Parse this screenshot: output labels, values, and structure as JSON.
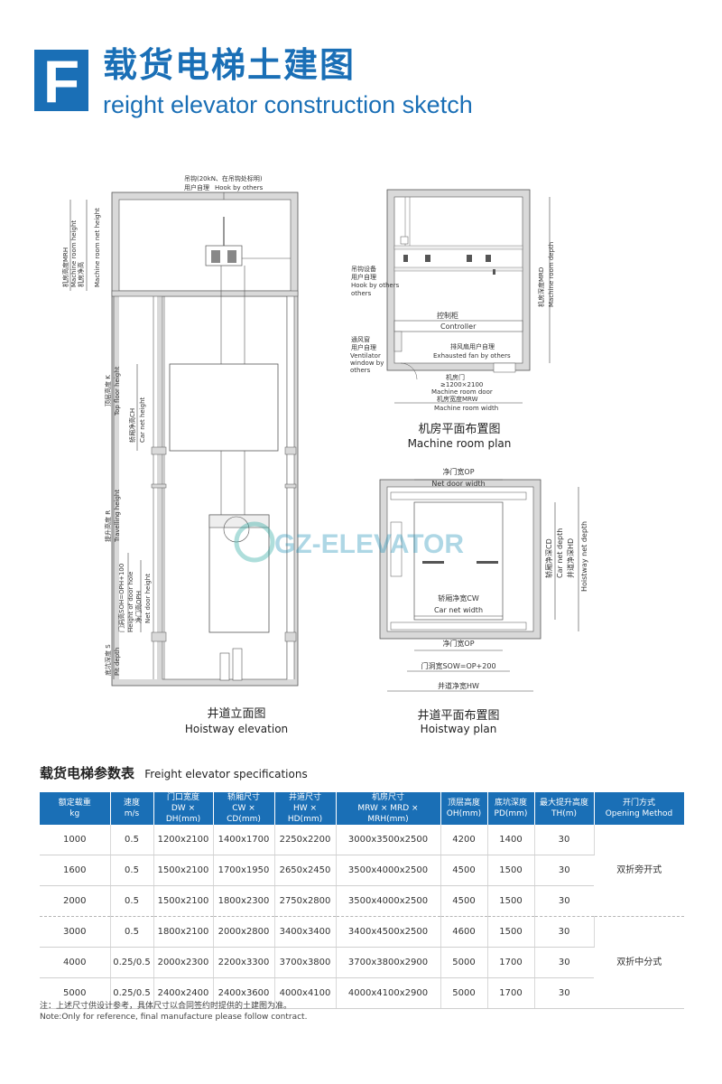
{
  "header": {
    "badge_letter": "F",
    "title_zh": "载货电梯土建图",
    "title_en": "reight elevator construction sketch"
  },
  "watermark": "GZ-ELEVATOR",
  "colors": {
    "brand_blue": "#1a6fb6",
    "wall_gray": "#d9d9d9",
    "line": "#555555"
  },
  "elevation": {
    "hook_label_zh": "吊钩(20kN、在吊钩处标明)",
    "hook_label_zh2": "用户自理",
    "hook_label_en": "Hook by others",
    "mrh_zh": "机房高度MRH",
    "mrh_en": "Machine room height",
    "mrnet_zh": "机房净高",
    "mrnet_en": "Machine room net height",
    "top_zh": "顶层高度 K",
    "top_en": "Top floor height",
    "ch_zh": "轿厢净高CH",
    "ch_en": "Car net height",
    "travel_zh": "提升高度 R",
    "travel_en": "Travelling height",
    "soh_zh": "门洞高SOH=OPH+100",
    "soh_en": "Height of door hole",
    "oph_zh": "净门高OPH",
    "oph_en": "Net door height",
    "pit_zh": "底坑深度 S",
    "pit_en": "Pit depth",
    "caption_zh": "井道立面图",
    "caption_en": "Hoistway elevation"
  },
  "machine_room": {
    "hook_zh": "吊钩设备",
    "hook_zh2": "用户自理",
    "hook_en": "Hook by others",
    "controller_zh": "控制柜",
    "controller_en": "Controller",
    "vent_zh": "通风窗",
    "vent_zh2": "用户自理",
    "vent_en": "Ventilator window by others",
    "fan_zh": "排风扇用户自理",
    "fan_en": "Exhausted fan by others",
    "door_zh": "机房门",
    "door_size": "≥1200×2100",
    "door_en": "Machine room door",
    "width_zh": "机房宽度MRW",
    "width_en": "Machine room width",
    "depth_zh": "机房深度MRD",
    "depth_en": "Machine room depth",
    "caption_zh": "机房平面布置图",
    "caption_en": "Machine room plan"
  },
  "hoistway_plan": {
    "op_top_zh": "净门宽OP",
    "op_top_en": "Net door width",
    "cw_zh": "轿厢净宽CW",
    "cw_en": "Car net width",
    "op_bottom_zh": "净门宽OP",
    "sow": "门洞宽SOW=OP+200",
    "hw": "井道净宽HW",
    "cd_zh": "轿厢净深CD",
    "cd_en": "Car net depth",
    "hd_zh": "井道净深HD",
    "hd_en": "Hoistway net depth",
    "caption_zh": "井道平面布置图",
    "caption_en": "Hoistway plan"
  },
  "spec": {
    "title_zh": "载货电梯参数表",
    "title_en": "Freight elevator specifications",
    "headers": [
      {
        "zh": "额定载重",
        "en": "kg"
      },
      {
        "zh": "速度",
        "en": "m/s"
      },
      {
        "zh": "门口宽度",
        "en": "DW × DH(mm)"
      },
      {
        "zh": "轿厢尺寸",
        "en": "CW × CD(mm)"
      },
      {
        "zh": "井道尺寸",
        "en": "HW × HD(mm)"
      },
      {
        "zh": "机房尺寸",
        "en": "MRW × MRD × MRH(mm)"
      },
      {
        "zh": "顶层高度",
        "en": "OH(mm)"
      },
      {
        "zh": "底坑深度",
        "en": "PD(mm)"
      },
      {
        "zh": "最大提升高度",
        "en": "TH(m)"
      },
      {
        "zh": "开门方式",
        "en": "Opening Method"
      }
    ],
    "rows": [
      [
        "1000",
        "0.5",
        "1200x2100",
        "1400x1700",
        "2250x2200",
        "3000x3500x2500",
        "4200",
        "1400",
        "30"
      ],
      [
        "1600",
        "0.5",
        "1500x2100",
        "1700x1950",
        "2650x2450",
        "3500x4000x2500",
        "4500",
        "1500",
        "30"
      ],
      [
        "2000",
        "0.5",
        "1500x2100",
        "1800x2300",
        "2750x2800",
        "3500x4000x2500",
        "4500",
        "1500",
        "30"
      ],
      [
        "3000",
        "0.5",
        "1800x2100",
        "2000x2800",
        "3400x3400",
        "3400x4500x2500",
        "4600",
        "1500",
        "30"
      ],
      [
        "4000",
        "0.25/0.5",
        "2000x2300",
        "2200x3300",
        "3700x3800",
        "3700x3800x2900",
        "5000",
        "1700",
        "30"
      ],
      [
        "5000",
        "0.25/0.5",
        "2400x2400",
        "2400x3600",
        "4000x4100",
        "4000x4100x2900",
        "5000",
        "1700",
        "30"
      ]
    ],
    "opening_groups": [
      "双折旁开式",
      "双折中分式"
    ]
  },
  "notes": {
    "zh": "注：上述尺寸供设计参考，具体尺寸以合同签约时提供的土建图为准。",
    "en": "Note:Only for reference, final manufacture please follow contract."
  }
}
